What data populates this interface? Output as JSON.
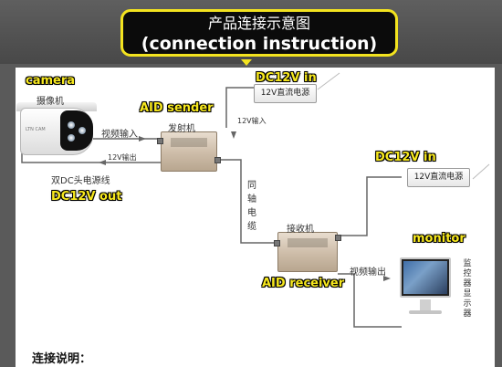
{
  "title": {
    "cn": "产品连接示意图",
    "en": "(connection instruction)"
  },
  "labels": {
    "camera_en": "camera",
    "camera_cn": "摄像机",
    "sender_en": "AID sender",
    "sender_cn": "发射机",
    "dc_in_top": "DC12V in",
    "psu_top": "12V直流电源",
    "input_12v": "12V输入",
    "video_input": "视频输入",
    "output_12v": "12V输出",
    "dual_dc_cable": "双DC头电源线",
    "dc_out": "DC12V out",
    "coax_cable": "同轴电缆",
    "dc_in_right": "DC12V in",
    "psu_right": "12V直流电源",
    "receiver_cn": "接收机",
    "video_output": "视频输出",
    "receiver_en": "AID receiver",
    "monitor_en": "monitor",
    "monitor_cn": "监控器显示器",
    "camera_brand": "LTN CAM"
  },
  "footer": {
    "heading": "连接说明："
  },
  "colors": {
    "accent_yellow": "#f3e31f",
    "label_yellow": "#f7e81e",
    "background": "#5a5a5a",
    "panel": "#ffffff",
    "wire": "#666666"
  }
}
